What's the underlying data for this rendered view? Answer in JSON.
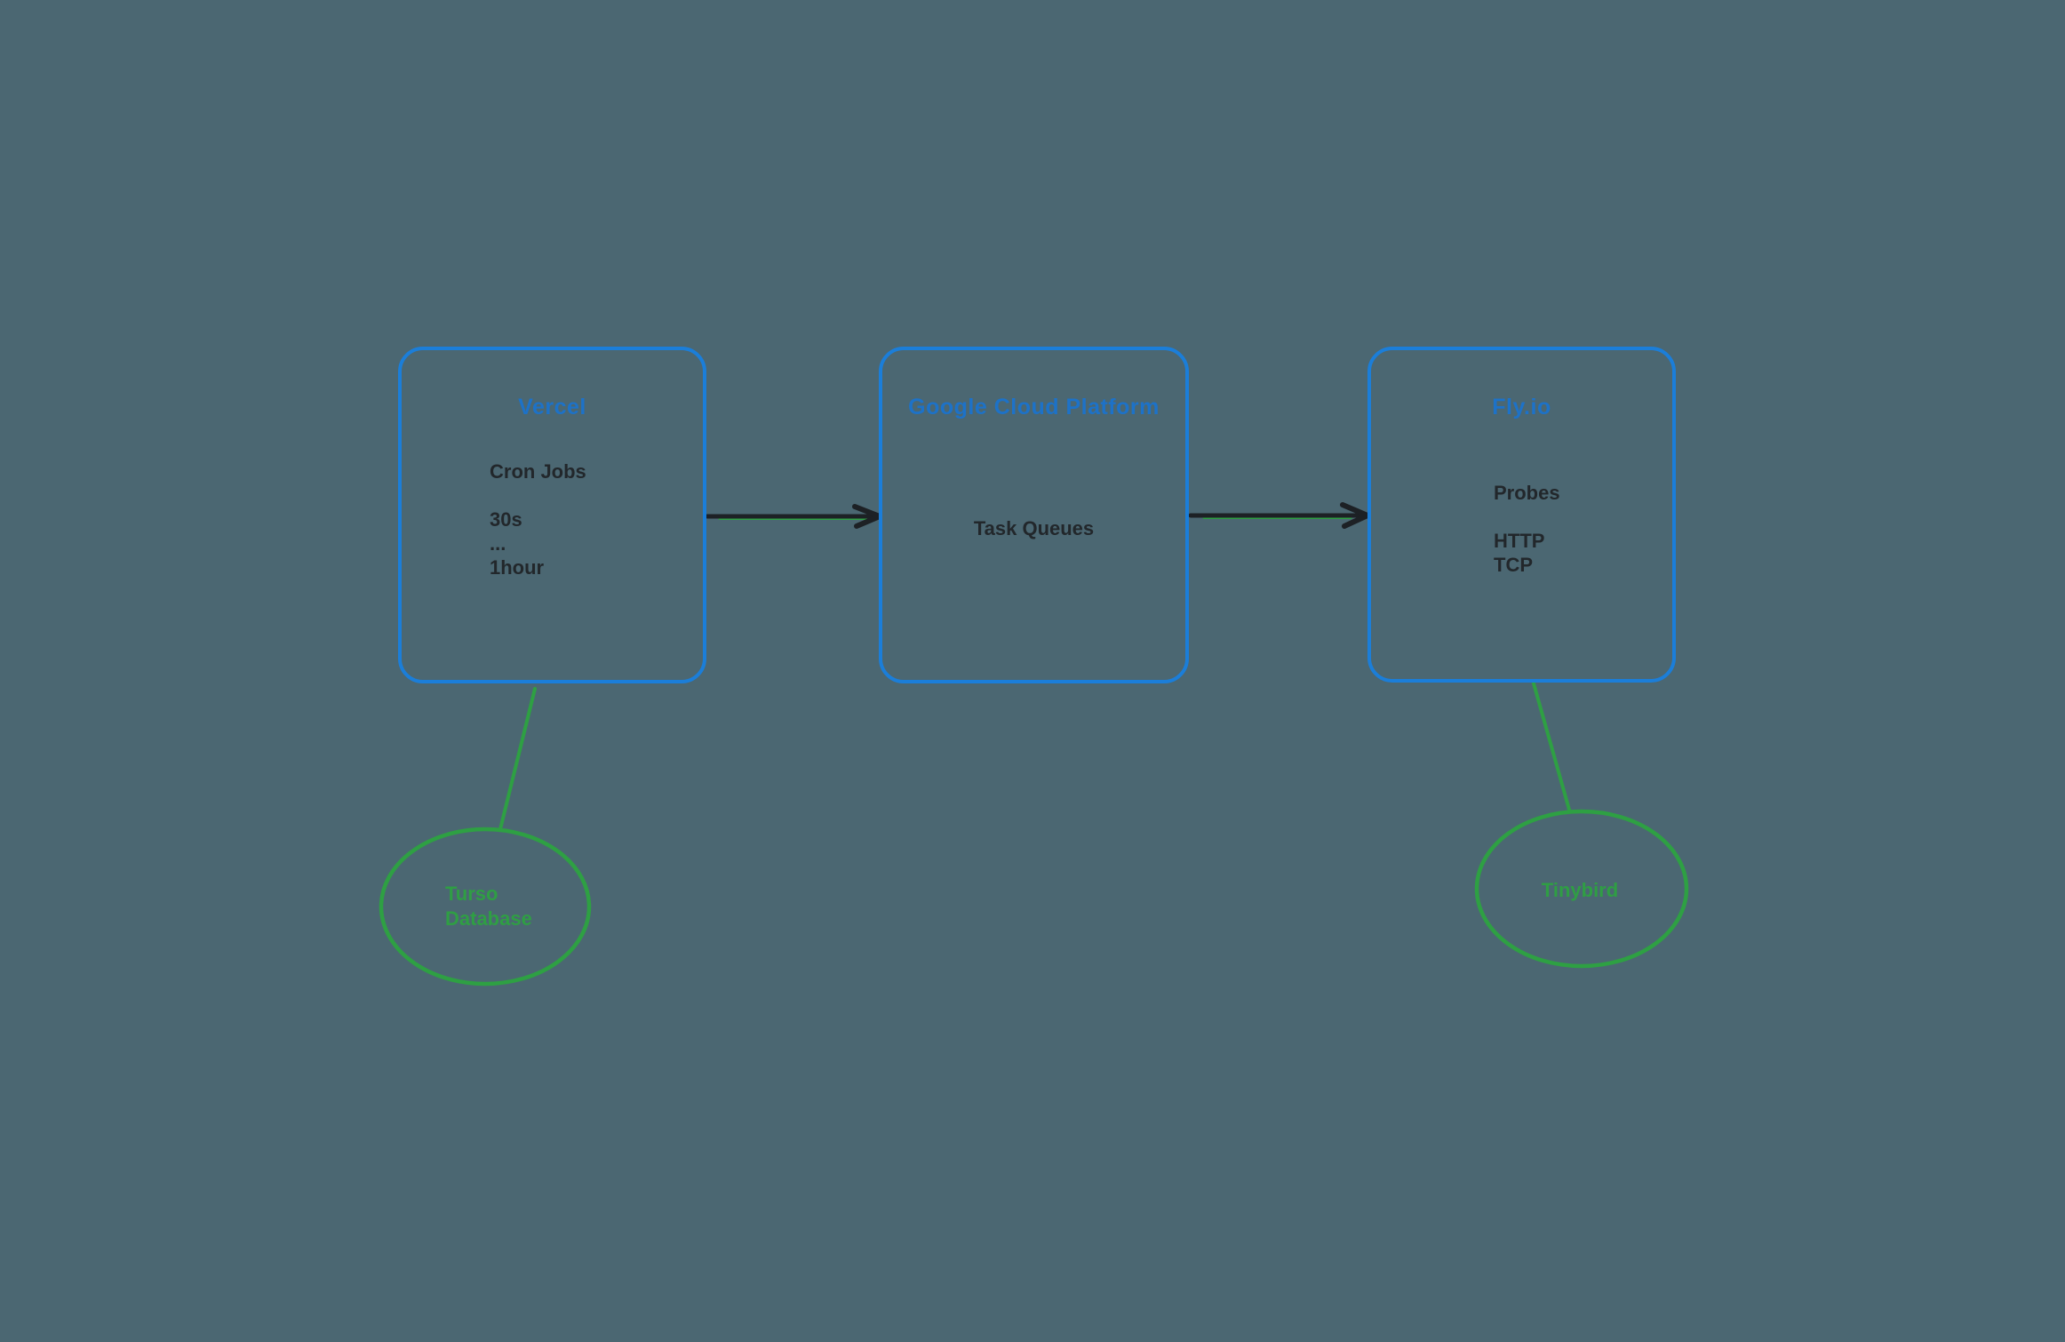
{
  "diagram": {
    "background_color": "#4b6772",
    "palette": {
      "node_stroke_blue": "#1b7ed9",
      "node_title_blue": "#1d72c8",
      "ellipse_green": "#2ea043",
      "text_green": "#2f9e44",
      "ink_black": "#22272b"
    },
    "nodes": {
      "vercel": {
        "title": "Vercel",
        "lines": [
          "Cron Jobs",
          "30s",
          "...",
          "1hour"
        ]
      },
      "gcp": {
        "title": "Google Cloud Platform",
        "lines": [
          "Task Queues"
        ]
      },
      "flyio": {
        "title": "Fly.io",
        "lines": [
          "Probes",
          "HTTP",
          "TCP"
        ]
      }
    },
    "ellipses": {
      "turso": {
        "lines": [
          "Turso",
          "Database"
        ]
      },
      "tinybird": {
        "lines": [
          "Tinybird"
        ]
      }
    },
    "edges": [
      {
        "from": "Vercel",
        "to": "Google Cloud Platform",
        "type": "arrow",
        "color": "black"
      },
      {
        "from": "Google Cloud Platform",
        "to": "Fly.io",
        "type": "arrow",
        "color": "black"
      },
      {
        "from": "Vercel",
        "to": "Turso Database",
        "type": "line",
        "color": "green"
      },
      {
        "from": "Fly.io",
        "to": "Tinybird",
        "type": "line",
        "color": "green"
      }
    ]
  }
}
